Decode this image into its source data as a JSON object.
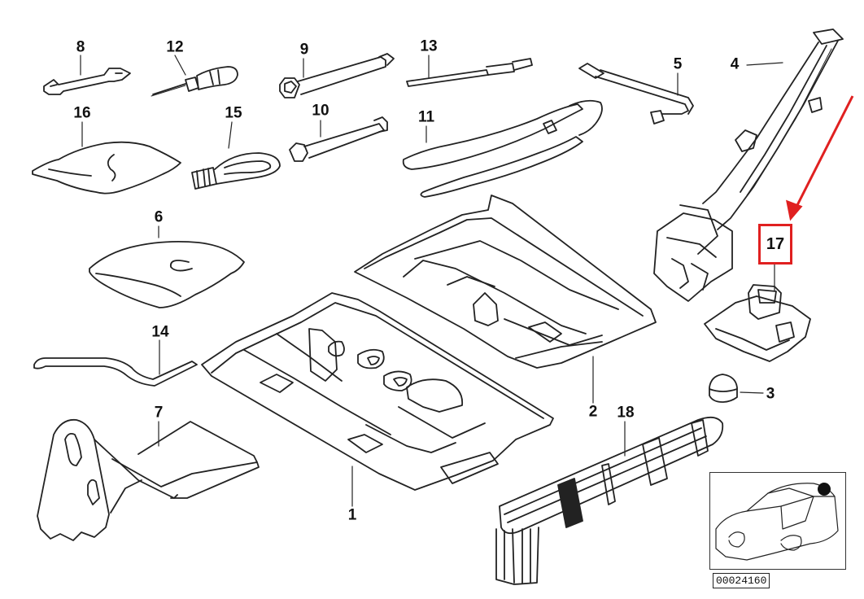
{
  "diagram": {
    "part_numbers": {
      "p1": "1",
      "p2": "2",
      "p3": "3",
      "p4": "4",
      "p5": "5",
      "p6": "6",
      "p7": "7",
      "p8": "8",
      "p9": "9",
      "p10": "10",
      "p11": "11",
      "p12": "12",
      "p13": "13",
      "p14": "14",
      "p15": "15",
      "p16": "16",
      "p17": "17",
      "p18": "18"
    },
    "highlighted_part": "17",
    "highlight_color": "#e02020",
    "diagram_code": "00024160"
  }
}
